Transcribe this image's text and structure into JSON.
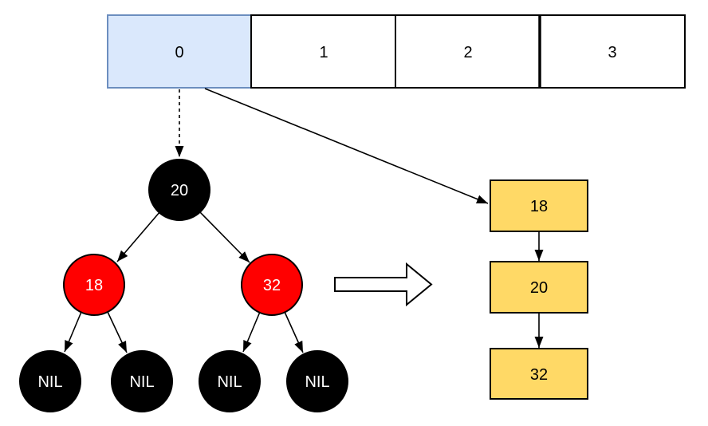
{
  "array": {
    "cells": [
      {
        "label": "0",
        "highlighted": true
      },
      {
        "label": "1",
        "highlighted": false
      },
      {
        "label": "2",
        "highlighted": false
      },
      {
        "label": "3",
        "highlighted": false
      }
    ]
  },
  "tree": {
    "root_label": "20",
    "left_label": "18",
    "right_label": "32",
    "leaf_labels": [
      "NIL",
      "NIL",
      "NIL",
      "NIL"
    ]
  },
  "list": {
    "items": [
      {
        "label": "18"
      },
      {
        "label": "20"
      },
      {
        "label": "32"
      }
    ]
  },
  "colors": {
    "highlight_fill": "#dae8fc",
    "highlight_stroke": "#6c8ebf",
    "cell_fill": "#ffffff",
    "black_node": "#000000",
    "red_node": "#ff0000",
    "node_text": "#ffffff",
    "list_fill": "#ffd966",
    "line": "#000000"
  }
}
